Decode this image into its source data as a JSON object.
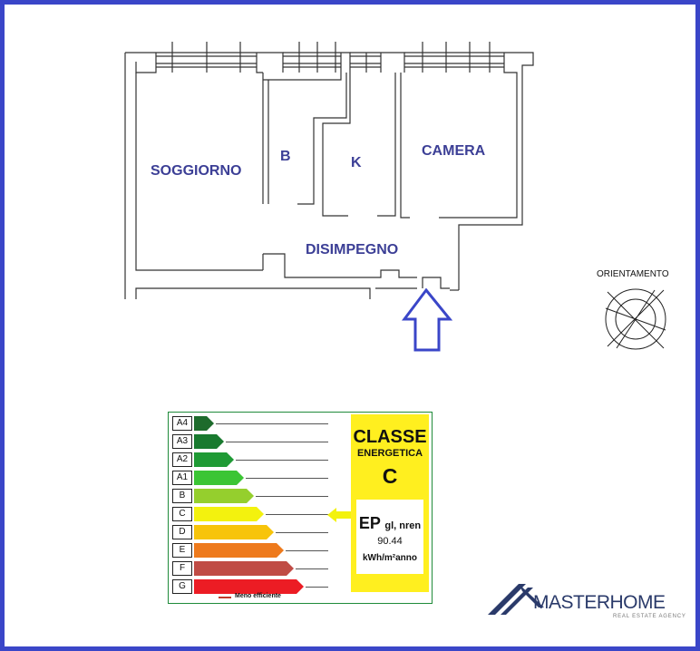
{
  "plan": {
    "rooms": [
      {
        "id": "soggiorno",
        "label": "SOGGIORNO"
      },
      {
        "id": "bagno",
        "label": "B"
      },
      {
        "id": "cucina",
        "label": "K"
      },
      {
        "id": "camera",
        "label": "CAMERA"
      },
      {
        "id": "disimpegno",
        "label": "DISIMPEGNO"
      }
    ],
    "orientation_label": "ORIENTAMENTO",
    "entrance_arrow_color": "#3a46c8"
  },
  "energy": {
    "classes": [
      {
        "label": "A4",
        "color": "#1e6b2c"
      },
      {
        "label": "A3",
        "color": "#197a2f"
      },
      {
        "label": "A2",
        "color": "#1f9a35"
      },
      {
        "label": "A1",
        "color": "#3bc534"
      },
      {
        "label": "B",
        "color": "#95cf2d"
      },
      {
        "label": "C",
        "color": "#f3f20e"
      },
      {
        "label": "D",
        "color": "#f7c40a"
      },
      {
        "label": "E",
        "color": "#ee7a1c"
      },
      {
        "label": "F",
        "color": "#c04c45"
      },
      {
        "label": "G",
        "color": "#ec1c24"
      }
    ],
    "legend": "Meno efficiente",
    "title": "CLASSE",
    "subtitle": "ENERGETICA",
    "current_class": "C",
    "ep_label": "EP",
    "ep_suffix": "gl, nren",
    "ep_value": "90.44",
    "ep_unit": "kWh/m²anno",
    "panel_color": "#ffef1f",
    "pointer_color": "#f3f20e"
  },
  "brand": {
    "name": "MASTERHOME",
    "tagline": "REAL ESTATE AGENCY",
    "color": "#2a3a6a"
  },
  "frame_color": "#3a46c8"
}
